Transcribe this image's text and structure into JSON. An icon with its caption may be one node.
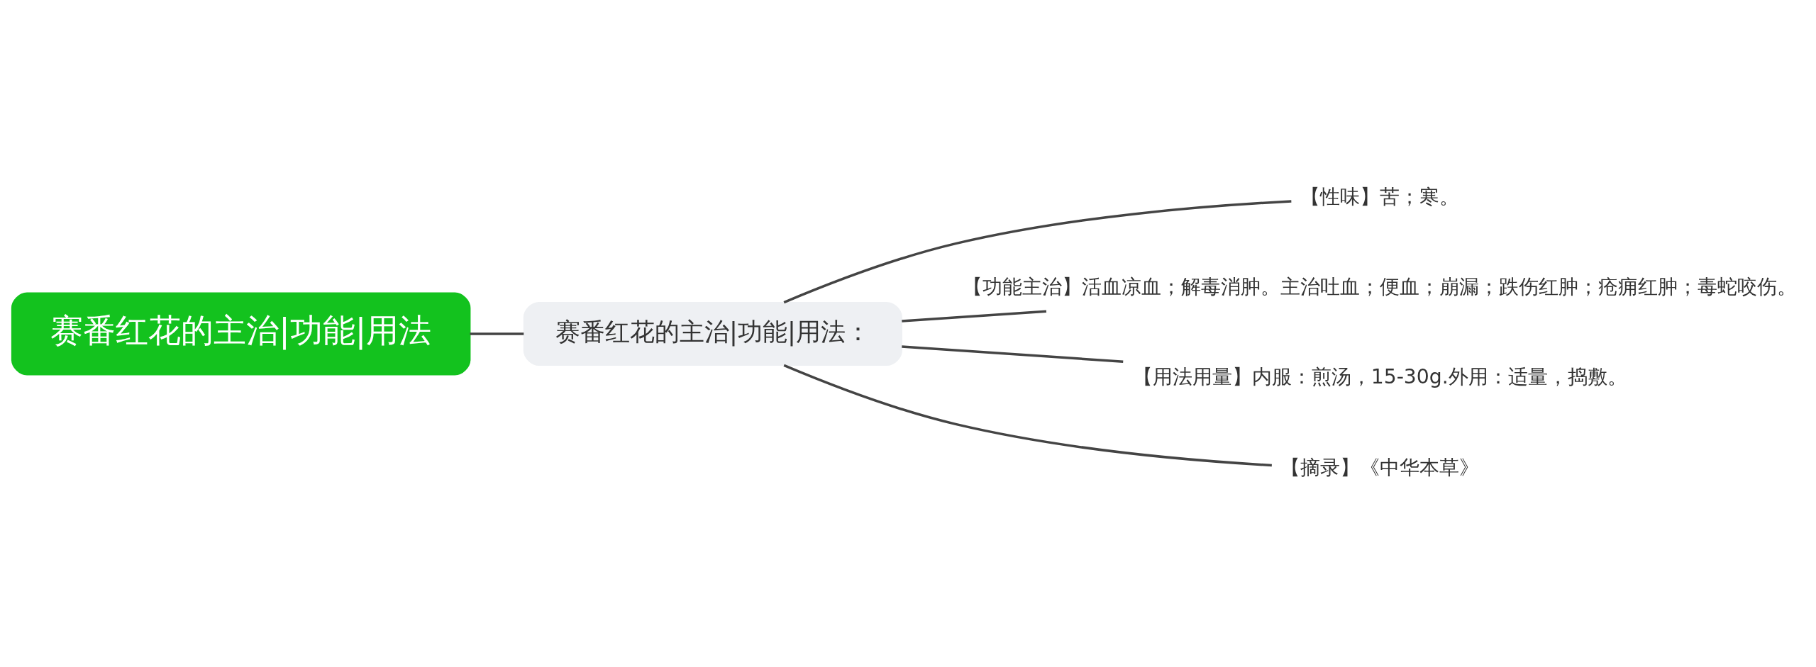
{
  "diagram": {
    "nodes": [
      {
        "text": [
          "赛番红花的主治|功能|用法"
        ]
      },
      {
        "text": [
          "赛番红花的主治|功能|用法："
        ]
      },
      {
        "text": [
          "【性味】苦；寒。"
        ]
      },
      {
        "text": [
          "【功能主治】活血凉血；解毒消肿。主治吐血；便血；崩漏；跌伤红肿；疮痈红肿；毒蛇咬伤。"
        ]
      },
      {
        "text": [
          "【用法用量】内服：煎汤，15-30g.外用：适量，捣敷。"
        ]
      },
      {
        "text": [
          "【摘录】《中华本草》"
        ]
      }
    ],
    "edges": [
      {
        "from": 0,
        "to": 1,
        "arrow": "none"
      },
      {
        "from": 1,
        "to": 2,
        "arrow": "none"
      },
      {
        "from": 1,
        "to": 3,
        "arrow": "none"
      },
      {
        "from": 1,
        "to": 4,
        "arrow": "none"
      },
      {
        "from": 1,
        "to": 5,
        "arrow": "none"
      }
    ]
  }
}
